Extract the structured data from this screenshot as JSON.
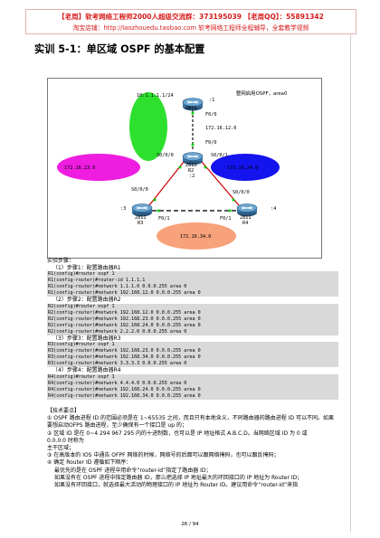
{
  "header": {
    "line1": "【老周】软考网络工程师2000人超级交流群：373195039     【老周QQ】：55891342",
    "line2": "淘宝店铺：http://laozhouedu.taobao.com    软考网络工程师全程辅导，全套教学视频"
  },
  "title": "实训 5-1：单区域 OSPF 的基本配置",
  "diagram": {
    "r1_loopback": "10:1.1.1.1/24",
    "r1_label": "2811",
    "r1_num": ":1",
    "r2_label": "2811",
    "r2_name": "R2",
    "r2_num": ":2",
    "r3_label": "2811",
    "r3_name": "R3",
    "r3_num": ":3",
    "r4_label": "2811",
    "r4_name": "R4",
    "r4_num": ":4",
    "legend": "整网启用OSPF，area0",
    "net_12": "172.16.12.0",
    "net_23": "172.16.23.0",
    "net_24": "172.16.24.0",
    "net_34": "172.16.34.0",
    "if_r1_f00": "F0/0",
    "if_r2_f00": "F0/0",
    "if_r2_s000": "S0/0/0",
    "if_r2_s001": "S0/0/1",
    "if_r3_s000": "S0/0/0",
    "if_r3_f01": "F0/1",
    "if_r4_f01": "F0/1",
    "if_r4_s000": "S0/0/0"
  },
  "steps": {
    "intro": "实验步骤：",
    "s1": "（1）步骤1：配置路由器R1",
    "s1_cmds": [
      "R1(config)#router ospf 1",
      "R1(config-router)#router-id 1.1.1.1",
      "R1(config-router)#network 1.1.1.0 0.0.0.255 area 0",
      "R1(config-router)#network 192.168.12.0 0.0.0.255 area 0"
    ],
    "s2": "（2）步骤2：配置路由器R2",
    "s2_cmds": [
      "R2(config)#router ospf 1",
      "R2(config-router)#network 192.168.12.0 0.0.0.255 area 0",
      "R2(config-router)#network 192.168.23.0 0.0.0.255 area 0",
      "R2(config-router)#network 192.168.24.0 0.0.0.255 area 0",
      "R2(config-router)#network 2.2.2.0 0.0.0.255 area 0"
    ],
    "s3": "（3）步骤3：配置路由器R3",
    "s3_cmds": [
      "R3(config)#router ospf 1",
      "R3(config-router)#network 192.168.23.0 0.0.0.255 area 0",
      "R3(config-router)#network 192.168.34.0 0.0.0.255 area 0",
      "R3(config-router)#network 3.3.3.3 0.0.0.255 area 0"
    ],
    "s4": "（4）步骤4：配置路由器R4",
    "s4_cmds": [
      "R4(config)#router ospf 1",
      "R4(config-router)#network 4.4.4.0 0.0.0.255 area 0",
      "R4(config-router)#network 192.168.24.0 0.0.0.255 area 0",
      "R4(config-router)#network 192.168.34.0 0.0.0.255 area 0"
    ]
  },
  "explanation": {
    "heading": "【技术要点】",
    "p1": "① OSPF 路由进程 ID 的范围必须是在 1~65535 之间，而且只有本地含义，不同路由器的路由进程 ID 可以不同。如果",
    "p1b": "要想启动OFPS 路由进程，至少确保有一个接口是 up 的；",
    "p2": "② 区域 ID 是在 0~4 294 967 295 内的十进制数，也可以是 IP 地址格式 A.B.C.D。当网络区域 ID 为 0 或",
    "p2b": "0.0.0.0 时称为",
    "p2c": "主干区域；",
    "p3": "③ 在高版本的 IOS 中通告 OFPF 网络的时候，网络号的后面可以跟网络掩码，也可以跟反掩码；",
    "p4": "④ 确定 Router ID 遵循如下顺序：",
    "p4a": "最优先的是在 OSPF 进程中用命令“router-id”指定了路由器 ID；",
    "p4b": "如果没有在 OSPF 进程中指定路由器 ID，那么把选择 IP 地址最大的环回接口的 IP 地址为 Router ID；",
    "p4c": "如果没有环回接口，就选择最大活动的物理接口的 IP 地址为 Router ID。建议用命令“router-id”来指"
  },
  "page": "26 / 94",
  "colors": {
    "banner_text": "#d61c1c",
    "cloud_green": "#2ee02e",
    "cloud_magenta": "#ee1de0",
    "cloud_blue": "#1414ee",
    "cloud_orange": "#f7a27a",
    "router_blue": "#3e77a6",
    "cmd_bg": "#d9d9d9"
  }
}
